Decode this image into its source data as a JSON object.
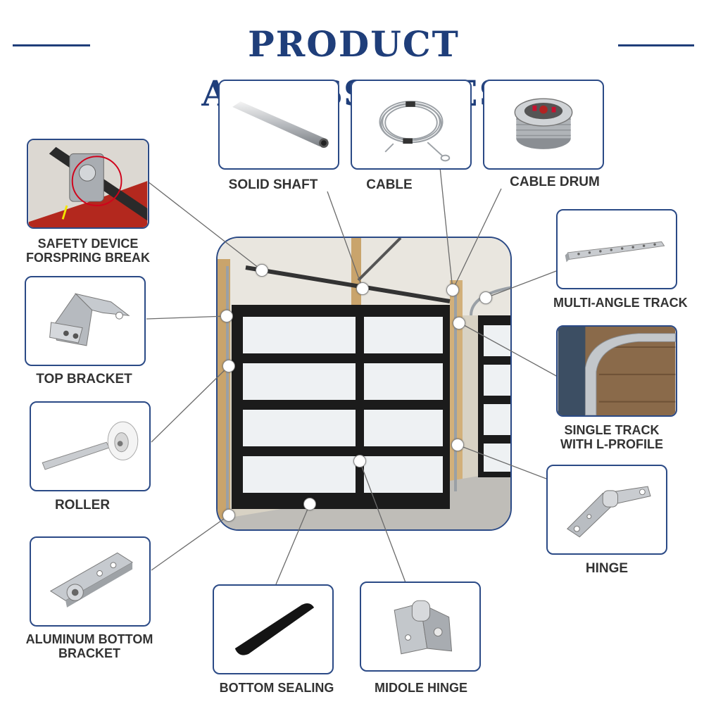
{
  "header": {
    "title": "PRODUCT ACCESSORIES"
  },
  "accessories": {
    "solid_shaft": "SOLID SHAFT",
    "cable": "CABLE",
    "cable_drum": "CABLE DRUM",
    "safety_device_line1": "SAFETY DEVICE",
    "safety_device_line2": "FORSPRING BREAK",
    "multi_angle_track": "MULTI-ANGLE TRACK",
    "top_bracket": "TOP BRACKET",
    "single_track_line1": "SINGLE TRACK",
    "single_track_line2": "WITH L-PROFILE",
    "roller": "ROLLER",
    "hinge": "HINGE",
    "aluminum_bottom_bracket_line1": "ALUMINUM BOTTOM",
    "aluminum_bottom_bracket_line2": "BRACKET",
    "bottom_sealing": "BOTTOM SEALING",
    "middle_hinge": "MIDOLE HINGE"
  },
  "colors": {
    "title": "#1f3e7a",
    "card_border": "#2b4a86",
    "label": "#333333"
  }
}
